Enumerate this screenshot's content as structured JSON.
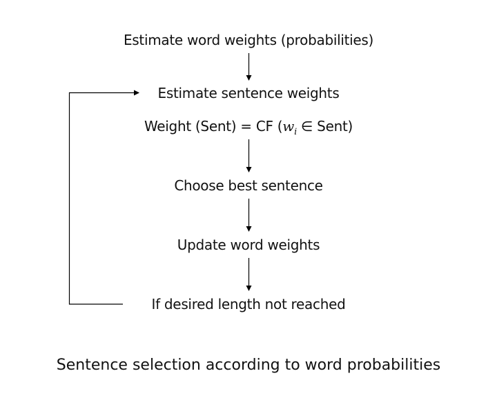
{
  "diagram": {
    "steps": [
      {
        "label": "Estimate word weights (probabilities)"
      },
      {
        "label": "Estimate sentence weights"
      },
      {
        "label_pre": "Weight (Sent) = CF (",
        "var": "w",
        "sub": "i",
        "label_post": " ∈ Sent)"
      },
      {
        "label": "Choose best sentence"
      },
      {
        "label": "Update word weights"
      },
      {
        "label": "If desired length not reached"
      }
    ],
    "caption": "Sentence selection according to word probabilities",
    "line_color": "#000000"
  }
}
